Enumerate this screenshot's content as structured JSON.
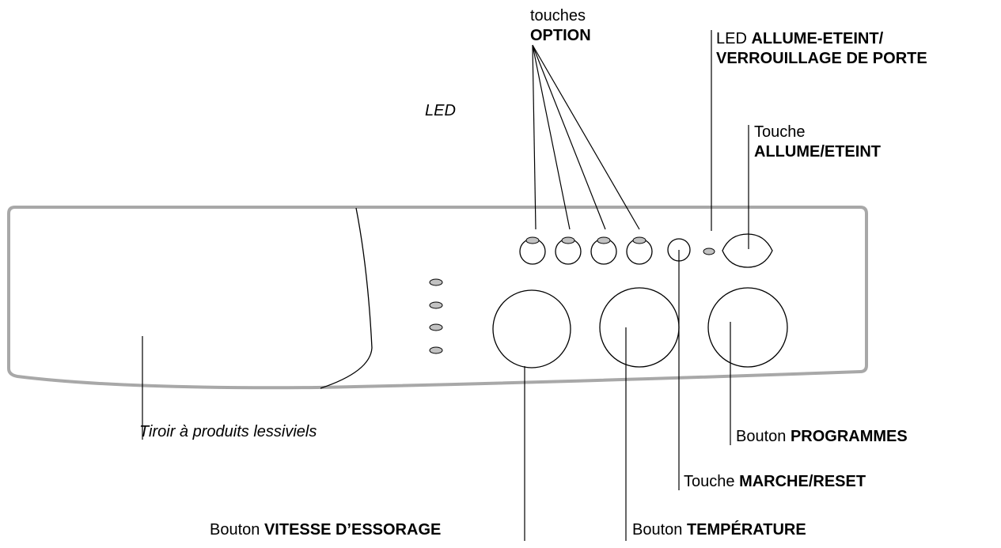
{
  "labels": {
    "options": {
      "line1": "touches",
      "line2": "OPTION"
    },
    "power_led": {
      "prefix": "LED ",
      "bold1": "ALLUME-ETEINT/",
      "bold2": "VERROUILLAGE DE PORTE"
    },
    "led": "LED",
    "power_button": {
      "line1": "Touche",
      "line2": "ALLUME/ETEINT"
    },
    "drawer": "Tiroir à produits lessiviels",
    "programs": {
      "prefix": "Bouton ",
      "bold": "PROGRAMMES"
    },
    "start": {
      "prefix": "Touche ",
      "bold": "MARCHE/RESET"
    },
    "spin": {
      "prefix": "Bouton ",
      "bold": "VITESSE D’ESSORAGE"
    },
    "temperature": {
      "prefix": "Bouton ",
      "bold": "TEMPÉRATURE"
    }
  },
  "colors": {
    "panel_outline": "#a8a8a8",
    "led_fill": "#c2c2c2",
    "line": "#000000"
  }
}
